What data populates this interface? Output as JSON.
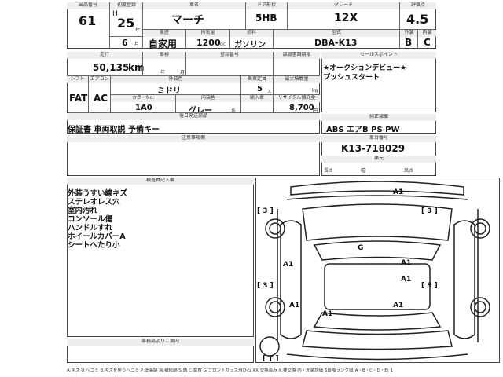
{
  "header": {
    "lot_label": "出品番号",
    "lot": "61",
    "year_label": "初度登録",
    "era": "H",
    "year": "25",
    "year_unit": "年",
    "month": "6",
    "month_unit": "月",
    "name_label": "車名",
    "name": "マーチ",
    "body_label": "ドア形状",
    "body": "5HB",
    "grade_label": "グレード",
    "grade": "12X",
    "score_label": "評価点",
    "score": "4.5",
    "ext_label": "外装",
    "ext": "B",
    "int_label": "内装",
    "int": "C",
    "type_label": "車歴",
    "type": "自家用",
    "disp_label": "排気量",
    "disp": "1200",
    "disp_unit": "cc",
    "fuel_label": "燃料",
    "fuel": "ガソリン",
    "model_label": "型式",
    "model": "DBA-K13"
  },
  "mid": {
    "km_label": "走行",
    "km": "50,135",
    "km_unit": "km",
    "shaken_label": "車検",
    "shaken_year": "年",
    "shaken_month": "月",
    "regno_label": "登録番号",
    "tax_label": "譲渡書類期限",
    "sales_label": "セールスポイント",
    "sales_lines": [
      "★オークションデビュー★",
      "プッシュスタート"
    ],
    "shift_label": "シフト",
    "shift": "FAT",
    "ac_label": "エアコン",
    "ac": "AC",
    "color_label": "外装色",
    "color": "ミドリ",
    "seats_label": "乗車定員",
    "seats": "5",
    "seats_unit": "人",
    "load_label": "最大積載量",
    "load_unit": "kg",
    "colorno_label": "カラーNo.",
    "colorno": "1A0",
    "intcolor_label": "内装色",
    "intcolor": "グレー",
    "intcolor_suffix": "系",
    "import_label": "輸入車",
    "recycle_label": "リサイクル預託金",
    "recycle": "8,700",
    "recycle_unit": "円",
    "equip_label": "後日発送部品",
    "equip": "保証書 車両取説 予備キー",
    "std_label": "純正装備",
    "std": "ABS エアB PS PW",
    "notes_label": "注意事項欄",
    "vin_label": "車台番号",
    "vin": "K13-718029",
    "dim_label": "諸元",
    "len_label": "長さ",
    "wid_label": "幅",
    "hgt_label": "高さ"
  },
  "inspector": {
    "label": "検査員記入欄",
    "lines": [
      "外装うすい線キズ",
      "ステレオレス穴",
      "室内汚れ",
      "コンソール傷",
      "ハンドルすれ",
      "ホイールカバーA",
      "シートへたり小"
    ]
  },
  "office": {
    "label": "事務局よりご案内"
  },
  "diagram": {
    "marks": [
      "A1",
      "[ 3 ]",
      "[ 3 ]",
      "G",
      "A1",
      "A1",
      "A1",
      "[ 3 ]",
      "[ 3 ]",
      "A1",
      "A1",
      "A1",
      "[ T ]"
    ]
  },
  "footer": "A:キズ U:ヘコミ B:キズを伴うヘコミ P:塗装跡 W:補修跡 S:錆 C:腐食 G:フロントガラス飛び石 XX:交換済み X:要交換 内・外装評価 5段階ランク順(A・B・C・D・E) 1"
}
